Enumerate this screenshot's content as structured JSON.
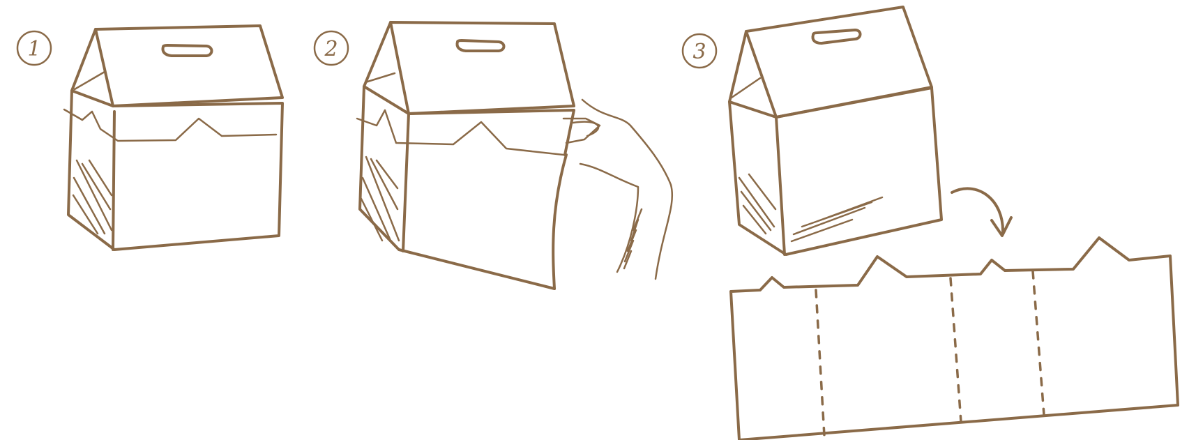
{
  "steps": [
    {
      "number": "1"
    },
    {
      "number": "2"
    },
    {
      "number": "3"
    }
  ],
  "colors": {
    "ink": "#8a6a48",
    "background": "#ffffff"
  },
  "icons": {
    "arrow": "curved-arrow-down-icon",
    "hand": "hand-icon"
  }
}
